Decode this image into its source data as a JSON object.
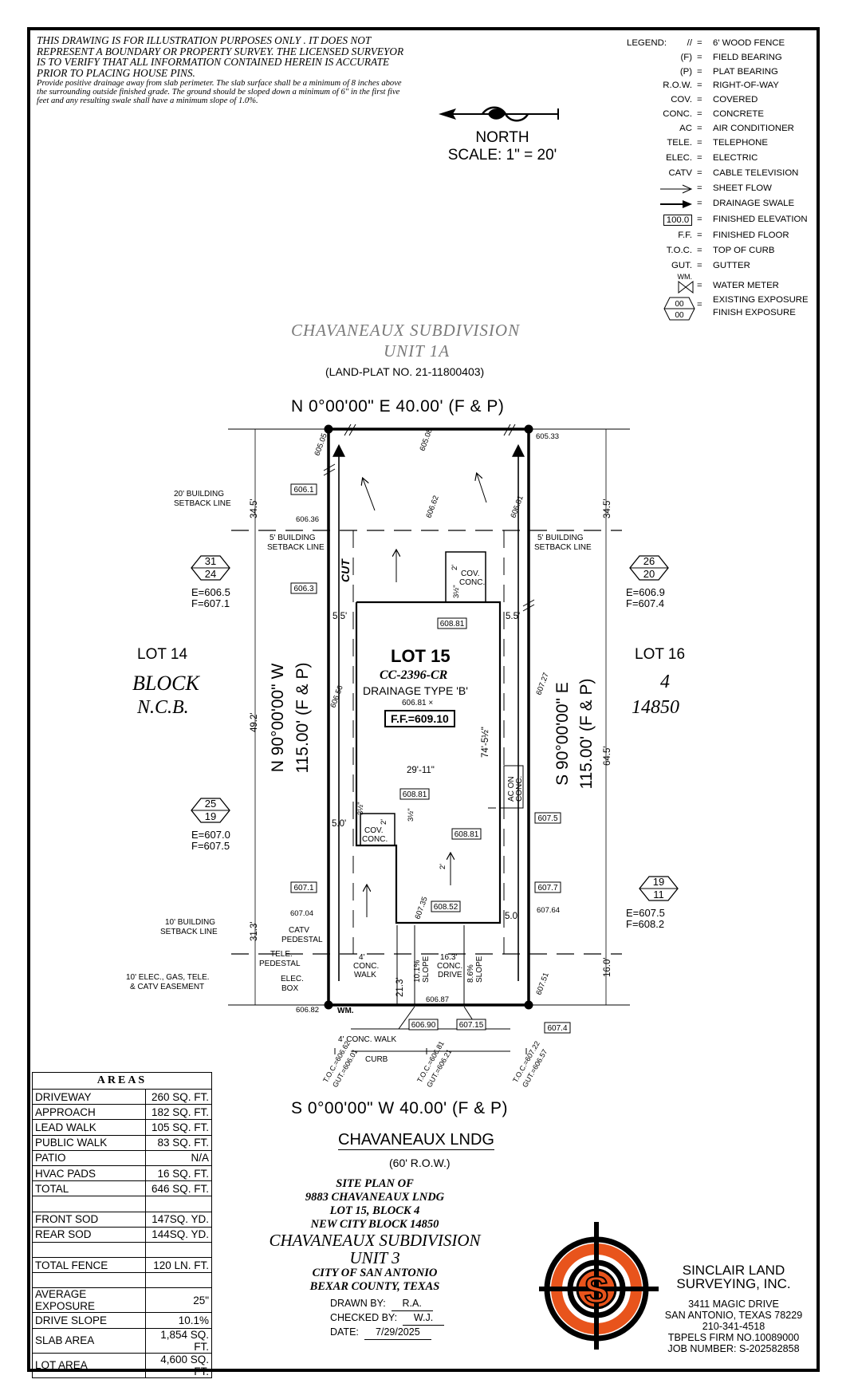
{
  "disclaimer": {
    "main": "THIS DRAWING IS FOR ILLUSTRATION PURPOSES ONLY . IT DOES NOT REPRESENT A BOUNDARY OR PROPERTY SURVEY. THE LICENSED SURVEYOR IS TO VERIFY THAT ALL INFORMATION CONTAINED HEREIN IS ACCURATE PRIOR TO PLACING HOUSE PINS.",
    "drainage": "Provide positive drainage away from slab perimeter. The slab surface shall be a minimum of 8 inches above the surrounding outside finished grade. The ground should be sloped down a minimum of 6\" in the first five feet and any resulting swale shall have a minimum slope of 1.0%."
  },
  "north": {
    "label": "NORTH",
    "scale": "SCALE:  1\"  =  20'"
  },
  "legend": {
    "title": "LEGEND:",
    "items": [
      {
        "symbol": "//",
        "desc": "6' WOOD FENCE"
      },
      {
        "symbol": "(F)",
        "desc": "FIELD BEARING"
      },
      {
        "symbol": "(P)",
        "desc": "PLAT BEARING"
      },
      {
        "symbol": "R.O.W.",
        "desc": "RIGHT-OF-WAY"
      },
      {
        "symbol": "COV.",
        "desc": "COVERED"
      },
      {
        "symbol": "CONC.",
        "desc": "CONCRETE"
      },
      {
        "symbol": "AC",
        "desc": "AIR CONDITIONER"
      },
      {
        "symbol": "TELE.",
        "desc": "TELEPHONE"
      },
      {
        "symbol": "ELEC.",
        "desc": "ELECTRIC"
      },
      {
        "symbol": "CATV",
        "desc": "CABLE TELEVISION"
      },
      {
        "symbol": "",
        "desc": "SHEET FLOW"
      },
      {
        "symbol": "",
        "desc": "DRAINAGE SWALE"
      },
      {
        "symbol": "100.0",
        "desc": "FINISHED ELEVATION"
      },
      {
        "symbol": "F.F.",
        "desc": "FINISHED FLOOR"
      },
      {
        "symbol": "T.O.C.",
        "desc": "TOP OF CURB"
      },
      {
        "symbol": "GUT.",
        "desc": "GUTTER"
      },
      {
        "symbol": "WM.",
        "desc": "WATER METER"
      },
      {
        "symbol": "00 / 00",
        "desc": "EXISTING EXPOSURE"
      },
      {
        "symbol": "",
        "desc": "FINISH EXPOSURE"
      }
    ]
  },
  "subdivision": {
    "name": "CHAVANEAUX SUBDIVISION",
    "unit": "UNIT 1A",
    "plat": "(LAND-PLAT NO. 21-11800403)"
  },
  "bearings": {
    "north": "N 0°00'00\" E 40.00' (F & P)",
    "south": "S 0°00'00\" W 40.00' (F & P)",
    "west": "N 90°00'00\" W",
    "west_len": "115.00' (F & P)",
    "east": "S 90°00'00\" E",
    "east_len": "115.00' (F & P)"
  },
  "street": {
    "name": "CHAVANEAUX LNDG",
    "row": "(60' R.O.W.)"
  },
  "neighbors": {
    "lot14": "LOT  14",
    "block_word": "BLOCK",
    "ncb": "N.C.B.",
    "lot16": "LOT  16",
    "block_no": "4",
    "ncb_no": "14850"
  },
  "lot": {
    "title": "LOT 15",
    "plan": "CC-2396-CR",
    "drainage": "DRAINAGE TYPE 'B'",
    "ff": "F.F.=609.10",
    "spot": "606.81"
  },
  "exposures": [
    {
      "top": "31",
      "bottom": "24",
      "e": "E=606.5",
      "f": "F=607.1"
    },
    {
      "top": "26",
      "bottom": "20",
      "e": "E=606.9",
      "f": "F=607.4"
    },
    {
      "top": "25",
      "bottom": "19",
      "e": "E=607.0",
      "f": "F=607.5"
    },
    {
      "top": "19",
      "bottom": "11",
      "e": "E=607.5",
      "f": "F=608.2"
    }
  ],
  "plat_labels": {
    "bsl20": "20' BUILDING",
    "bsl20b": "SETBACK LINE",
    "bsl5l": "5' BUILDING",
    "bsl5lb": "SETBACK LINE",
    "bsl5r": "5' BUILDING",
    "bsl5rb": "SETBACK LINE",
    "bsl10": "10' BUILDING",
    "bsl10b": "SETBACK LINE",
    "catv": "CATV",
    "catvb": "PEDESTAL",
    "tele": "TELE.",
    "teleb": "PEDESTAL",
    "easement": "10' ELEC., GAS, TELE.",
    "easementb": "& CATV EASEMENT",
    "elecbox": "ELEC.",
    "elecboxb": "BOX",
    "wm": "WM.",
    "conc_walk": "4' CONC. WALK",
    "curb": "CURB",
    "cut": "CUT",
    "cov_conc_top": "COV.",
    "cov_conc_top2": "CONC.",
    "cov_conc_bot": "COV.",
    "cov_conc_bot2": "CONC.",
    "ac_on": "AC ON",
    "ac_on2": "CONC.",
    "walk4": "4'",
    "walk4b": "CONC.",
    "walk4c": "WALK",
    "drive": "16.3'",
    "driveb": "CONC.",
    "drivec": "DRIVE",
    "slope1": "10.1%",
    "slope1b": "SLOPE",
    "slope2": "8.6%",
    "slope2b": "SLOPE",
    "width": "29'-11\"",
    "depth": "74'-5½\"",
    "d345": "34.5'",
    "d345r": "34.5'",
    "d492": "49.2'",
    "d645": "64.5'",
    "d313": "31.3'",
    "d160": "16.0'",
    "d213": "21.3'",
    "s55l": "5.5'",
    "s55r": "5.5'",
    "s50l": "5.0'",
    "s50r": "5.0'",
    "f2a": "2'",
    "f2b": "2'",
    "f2c": "2'",
    "f312a": "3½\"",
    "f312b": "3½\"",
    "f312c": "3½\""
  },
  "elevations_boxed": [
    "606.1",
    "606.3",
    "608.81",
    "608.81",
    "608.81",
    "607.5",
    "607.1",
    "607.7",
    "608.52",
    "606.90",
    "607.15",
    "607.4"
  ],
  "elevations": [
    "605.05",
    "605.08",
    "605.33",
    "606.62",
    "606.81",
    "606.36",
    "606.56",
    "607.27",
    "607.04",
    "607.35",
    "607.64",
    "607.51",
    "606.87",
    "606.82"
  ],
  "toc": [
    {
      "a": "T.O.C.=",
      "b": "606.62",
      "c": "GUT.=",
      "d": "606.01"
    },
    {
      "a": "T.O.C.=",
      "b": "606.81",
      "c": "GUT.=",
      "d": "606.21"
    },
    {
      "a": "T.O.C.=",
      "b": "607.22",
      "c": "GUT.=",
      "d": "606.57"
    }
  ],
  "areas": {
    "title": "AREAS",
    "rows": [
      {
        "label": "DRIVEWAY",
        "value": "260 SQ. FT."
      },
      {
        "label": "APPROACH",
        "value": "182 SQ. FT."
      },
      {
        "label": "LEAD WALK",
        "value": "105 SQ. FT."
      },
      {
        "label": "PUBLIC WALK",
        "value": "83 SQ. FT."
      },
      {
        "label": "PATIO",
        "value": "N/A"
      },
      {
        "label": "HVAC PADS",
        "value": "16 SQ. FT."
      },
      {
        "label": "TOTAL",
        "value": "646 SQ. FT."
      },
      {
        "label": "",
        "value": ""
      },
      {
        "label": "FRONT SOD",
        "value": "147SQ. YD."
      },
      {
        "label": "REAR SOD",
        "value": "144SQ. YD."
      },
      {
        "label": "",
        "value": ""
      },
      {
        "label": "TOTAL FENCE",
        "value": "120 LN. FT."
      },
      {
        "label": "",
        "value": ""
      },
      {
        "label": "AVERAGE EXPOSURE",
        "value": "25\""
      },
      {
        "label": "DRIVE SLOPE",
        "value": "10.1%"
      },
      {
        "label": "SLAB AREA",
        "value": "1,854 SQ. FT."
      },
      {
        "label": "LOT AREA",
        "value": "4,600 SQ. FT."
      }
    ]
  },
  "title_block": {
    "l1": "SITE PLAN OF",
    "l2": "9883 CHAVANEAUX LNDG",
    "l3": "LOT 15, BLOCK 4",
    "l4": "NEW CITY BLOCK 14850",
    "l5": "CHAVANEAUX SUBDIVISION",
    "l6": "UNIT 3",
    "l7": "CITY OF SAN ANTONIO",
    "l8": "BEXAR COUNTY, TEXAS"
  },
  "signoff": {
    "drawn_label": "DRAWN BY:",
    "drawn": "R.A.",
    "checked_label": "CHECKED BY:",
    "checked": "W.J.",
    "date_label": "DATE:",
    "date": "7/29/2025"
  },
  "company": {
    "name1": "SINCLAIR LAND",
    "name2": "SURVEYING, INC.",
    "addr1": "3411 MAGIC DRIVE",
    "addr2": "SAN ANTONIO, TEXAS 78229",
    "phone": "210-341-4518",
    "firm": "TBPELS FIRM NO.10089000",
    "job": "JOB NUMBER: S-202582858",
    "logo_letter": "S"
  },
  "colors": {
    "logo_orange": "#E8541C",
    "ink": "#000000",
    "sub_gray": "#7A7A7A"
  }
}
